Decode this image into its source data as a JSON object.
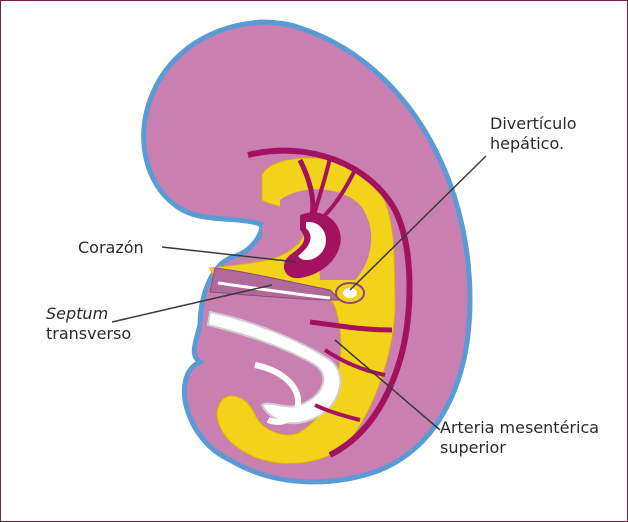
{
  "labels": {
    "diverticulo_line1": "Divertículo",
    "diverticulo_line2": "hepático.",
    "corazon": "Corazón",
    "septum_line1": "Septum",
    "septum_line2": "transverso",
    "arteria_line1": "Arteria mesentérica",
    "arteria_line2": "superior"
  },
  "colors": {
    "frame_border": "#7a1f3d",
    "embryo_fill": "#c97fb0",
    "embryo_outline": "#5b9bd5",
    "yolk_yellow": "#f2d21b",
    "vessel_magenta": "#a3125f",
    "cavity_white": "#ffffff",
    "cavity_grey": "#cfcfcf",
    "leader_line": "#3a3a3a"
  }
}
